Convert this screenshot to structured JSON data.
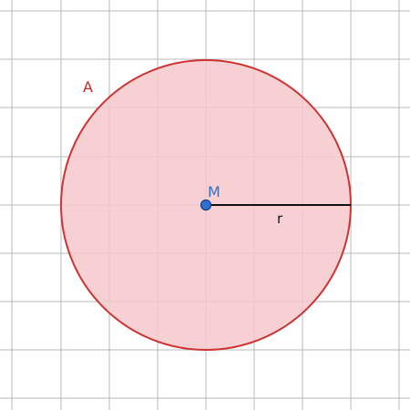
{
  "figure": {
    "area_label": "A",
    "center_label": "M",
    "radius_label": "r"
  },
  "colors": {
    "circle_stroke": "#cc3333",
    "circle_fill": "#f4c8cb",
    "area_label": "#c62828",
    "center_point": "#2f6fd0",
    "center_point_stroke": "#1a3f80",
    "center_label": "#2f6fd0",
    "radius_line": "#111111",
    "radius_label": "#111111",
    "grid": "#b9b9b9"
  }
}
